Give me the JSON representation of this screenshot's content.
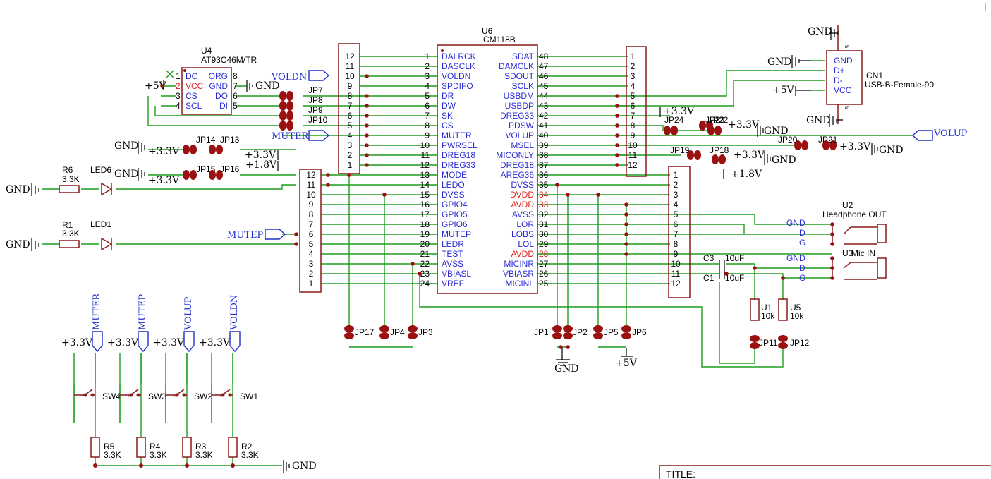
{
  "u6": {
    "ref": "U6",
    "name": "CM118B",
    "left": [
      {
        "n": "1",
        "t": "DALRCK"
      },
      {
        "n": "2",
        "t": "DASCLK"
      },
      {
        "n": "3",
        "t": "VOLDN"
      },
      {
        "n": "4",
        "t": "SPDIFO"
      },
      {
        "n": "5",
        "t": "DR"
      },
      {
        "n": "6",
        "t": "DW"
      },
      {
        "n": "7",
        "t": "SK"
      },
      {
        "n": "8",
        "t": "CS"
      },
      {
        "n": "9",
        "t": "MUTER"
      },
      {
        "n": "10",
        "t": "PWRSEL"
      },
      {
        "n": "11",
        "t": "DREG18"
      },
      {
        "n": "12",
        "t": "DREG33"
      },
      {
        "n": "13",
        "t": "MODE"
      },
      {
        "n": "14",
        "t": "LEDO"
      },
      {
        "n": "15",
        "t": "DVSS"
      },
      {
        "n": "16",
        "t": "GPIO4"
      },
      {
        "n": "17",
        "t": "GPIO5"
      },
      {
        "n": "18",
        "t": "GPIO6"
      },
      {
        "n": "19",
        "t": "MUTEP"
      },
      {
        "n": "20",
        "t": "LEDR"
      },
      {
        "n": "21",
        "t": "TEST"
      },
      {
        "n": "22",
        "t": "AVSS"
      },
      {
        "n": "23",
        "t": "VBIASL"
      },
      {
        "n": "24",
        "t": "VREF"
      }
    ],
    "right": [
      {
        "n": "48",
        "t": "SDAT"
      },
      {
        "n": "47",
        "t": "DAMCLK"
      },
      {
        "n": "46",
        "t": "SDOUT"
      },
      {
        "n": "45",
        "t": "SCLK"
      },
      {
        "n": "44",
        "t": "USBDM"
      },
      {
        "n": "43",
        "t": "USBDP"
      },
      {
        "n": "42",
        "t": "DREG33"
      },
      {
        "n": "41",
        "t": "PDSW"
      },
      {
        "n": "40",
        "t": "VOLUP"
      },
      {
        "n": "39",
        "t": "MSEL"
      },
      {
        "n": "38",
        "t": "MICONLY"
      },
      {
        "n": "37",
        "t": "DREG18"
      },
      {
        "n": "36",
        "t": "AREG36"
      },
      {
        "n": "35",
        "t": "DVSS"
      },
      {
        "n": "34",
        "t": "DVDD"
      },
      {
        "n": "33",
        "t": "AVDD"
      },
      {
        "n": "32",
        "t": "AVSS"
      },
      {
        "n": "31",
        "t": "LOR"
      },
      {
        "n": "30",
        "t": "LOBS"
      },
      {
        "n": "29",
        "t": "LOL"
      },
      {
        "n": "28",
        "t": "AVDD"
      },
      {
        "n": "27",
        "t": "MICINR"
      },
      {
        "n": "26",
        "t": "VBIASR"
      },
      {
        "n": "25",
        "t": "MICINL"
      }
    ]
  },
  "u4": {
    "ref": "U4",
    "name": "AT93C46M/TR",
    "left": [
      {
        "n": "1",
        "t": "DC"
      },
      {
        "n": "2",
        "t": "VCC"
      },
      {
        "n": "3",
        "t": "CS"
      },
      {
        "n": "4",
        "t": "SCL"
      }
    ],
    "right": [
      {
        "n": "8",
        "t": "ORG"
      },
      {
        "n": "7",
        "t": "GND"
      },
      {
        "n": "6",
        "t": "DO"
      },
      {
        "n": "5",
        "t": "DI"
      }
    ]
  },
  "hdr_left_top": [
    "12",
    "11",
    "10",
    "9",
    "8",
    "7",
    "6",
    "5",
    "4",
    "3",
    "2",
    "1"
  ],
  "hdr_left_bot": [
    "12",
    "11",
    "10",
    "9",
    "8",
    "7",
    "6",
    "5",
    "4",
    "3",
    "2",
    "1"
  ],
  "hdr_right_top": [
    "1",
    "2",
    "3",
    "4",
    "5",
    "6",
    "7",
    "8",
    "9",
    "10",
    "11",
    "12"
  ],
  "hdr_right_bot": [
    "1",
    "2",
    "3",
    "4",
    "5",
    "6",
    "7",
    "8",
    "9",
    "10",
    "11",
    "12"
  ],
  "cn1": {
    "ref": "CN1",
    "name": "USB-B-Female-90",
    "pins": [
      "GND",
      "D+",
      "D-",
      "VCC"
    ],
    "pin_num": "5"
  },
  "u2": {
    "ref": "U2",
    "name": "Headphone OUT",
    "pins": [
      "GND",
      "D",
      "G"
    ]
  },
  "u3": {
    "ref": "U3",
    "name": "Mic IN",
    "pins": [
      "GND",
      "D",
      "G"
    ]
  },
  "net": {
    "gnd": "GND",
    "p5": "+5V",
    "p33": "+3.3V",
    "p18": "+1.8V",
    "voldn": "VOLDN",
    "muter": "MUTER",
    "mutep": "MUTEP",
    "volup": "VOLUP"
  },
  "jumpers": [
    "JP1",
    "JP2",
    "JP3",
    "JP4",
    "JP5",
    "JP6",
    "JP7",
    "JP8",
    "JP9",
    "JP10",
    "JP11",
    "JP12",
    "JP13",
    "JP14",
    "JP15",
    "JP16",
    "JP17",
    "JP18",
    "JP19",
    "JP20",
    "JP21",
    "JP22",
    "JP23",
    "JP24"
  ],
  "leds": [
    {
      "ref": "LED6",
      "r": "R6",
      "v": "3.3K"
    },
    {
      "ref": "LED1",
      "r": "R1",
      "v": "3.3K"
    }
  ],
  "caps": [
    {
      "ref": "C3",
      "v": "10uF"
    },
    {
      "ref": "C1",
      "v": "10uF"
    }
  ],
  "res": [
    {
      "ref": "U1",
      "v": "10k"
    },
    {
      "ref": "U5",
      "v": "10k"
    }
  ],
  "switches": [
    {
      "ref": "SW4",
      "r": "R5",
      "v": "3.3K",
      "net": "MUTER"
    },
    {
      "ref": "SW3",
      "r": "R4",
      "v": "3.3K",
      "net": "MUTEP"
    },
    {
      "ref": "SW2",
      "r": "R3",
      "v": "3.3K",
      "net": "VOLUP"
    },
    {
      "ref": "SW1",
      "r": "R2",
      "v": "3.3K",
      "net": "VOLDN"
    }
  ],
  "title_block": {
    "title": "TITLE:"
  }
}
